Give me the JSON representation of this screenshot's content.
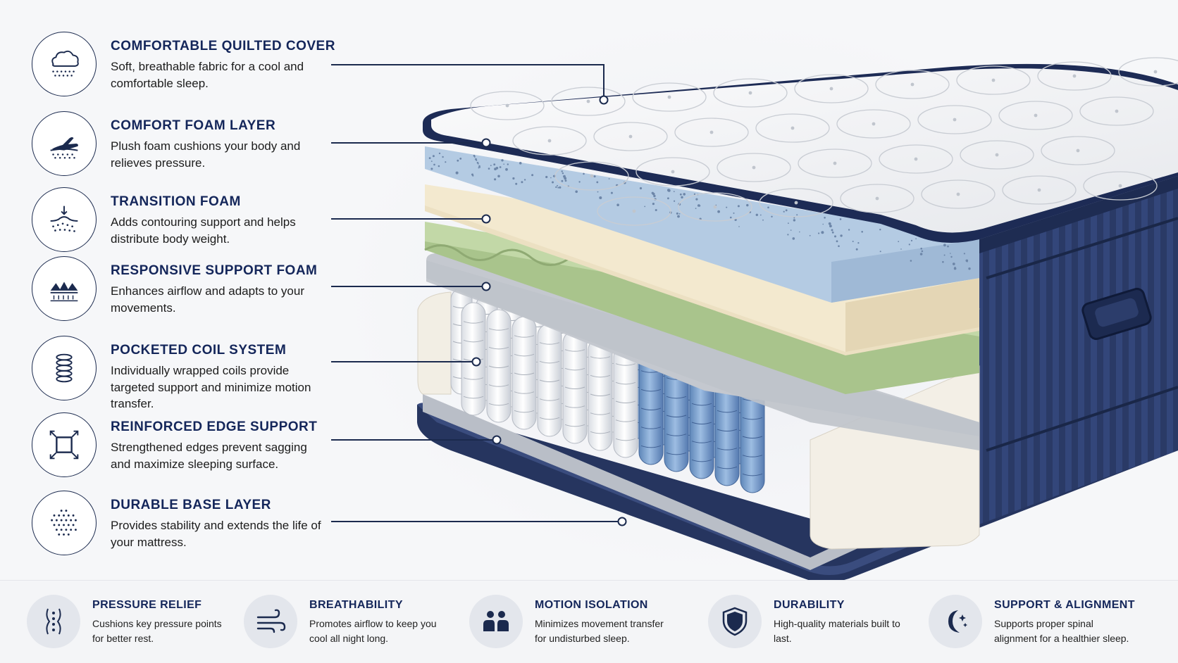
{
  "layers": [
    {
      "title": "COMFORTABLE QUILTED COVER",
      "desc": "Soft, breathable fabric for a cool and comfortable sleep.",
      "icon": "cloud-fabric-icon"
    },
    {
      "title": "COMFORT FOAM LAYER",
      "desc": "Plush foam cushions your body and relieves pressure.",
      "icon": "hand-foam-icon"
    },
    {
      "title": "TRANSITION FOAM",
      "desc": "Adds contouring support and helps distribute body weight.",
      "icon": "contour-icon"
    },
    {
      "title": "RESPONSIVE SUPPORT FOAM",
      "desc": "Enhances airflow and adapts to your movements.",
      "icon": "airflow-foam-icon"
    },
    {
      "title": "POCKETED COIL SYSTEM",
      "desc": "Individually wrapped coils provide targeted support and minimize motion transfer.",
      "icon": "coil-icon"
    },
    {
      "title": "REINFORCED EDGE SUPPORT",
      "desc": "Strengthened edges prevent sagging and maximize sleeping surface.",
      "icon": "edge-expand-icon"
    },
    {
      "title": "DURABLE BASE LAYER",
      "desc": "Provides stability and extends the life of your mattress.",
      "icon": "dotted-base-icon"
    }
  ],
  "features": [
    {
      "title": "PRESSURE RELIEF",
      "desc": "Cushions key pressure points for better rest.",
      "icon": "spine-icon"
    },
    {
      "title": "BREATHABILITY",
      "desc": "Promotes airflow to keep you cool all night long.",
      "icon": "wind-icon"
    },
    {
      "title": "MOTION ISOLATION",
      "desc": "Minimizes movement transfer for undisturbed sleep.",
      "icon": "couple-icon"
    },
    {
      "title": "DURABILITY",
      "desc": "High-quality materials built to last.",
      "icon": "shield-icon"
    },
    {
      "title": "SUPPORT & ALIGNMENT",
      "desc": "Supports proper spinal alignment for a healthier sleep.",
      "icon": "moon-icon"
    }
  ],
  "colors": {
    "navy": "#14265a",
    "blue_foam": "#b9cfe6",
    "cream_foam": "#efe3c6",
    "green_foam": "#b9cf9e",
    "coil_blue": "#7fa6d3"
  }
}
